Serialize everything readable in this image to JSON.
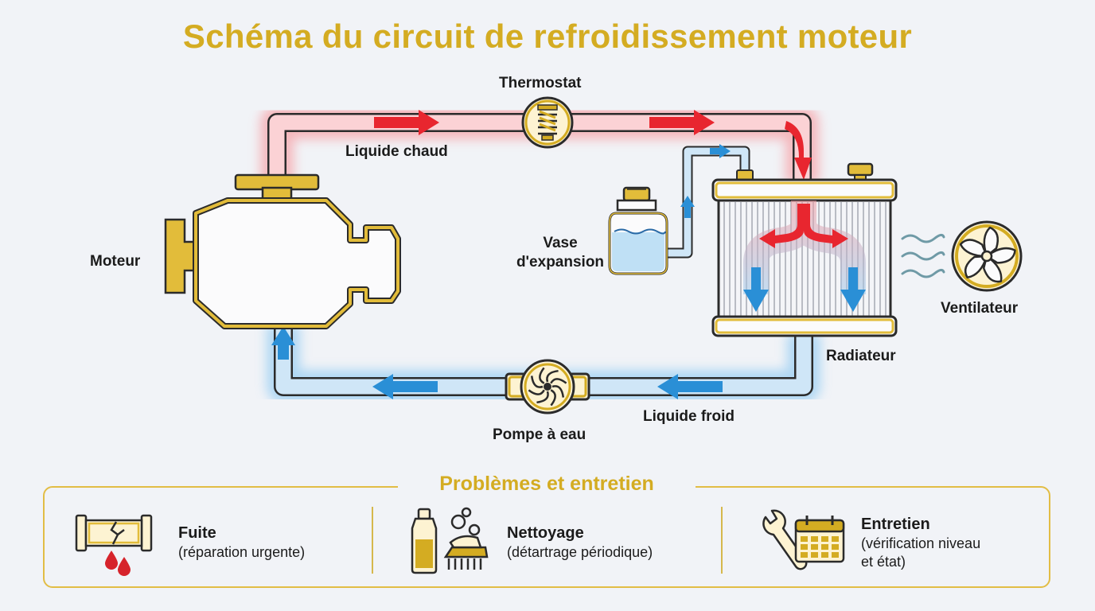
{
  "title": "Schéma du circuit de refroidissement moteur",
  "components": {
    "thermostat": "Thermostat",
    "hot_liquid": "Liquide chaud",
    "engine": "Moteur",
    "expansion_tank_line1": "Vase",
    "expansion_tank_line2": "d'expansion",
    "fan": "Ventilateur",
    "radiator": "Radiateur",
    "cold_liquid": "Liquide froid",
    "water_pump": "Pompe à eau"
  },
  "colors": {
    "accent": "#d4ac22",
    "hot": "#e8262f",
    "cold": "#2a8fd6",
    "outline": "#2b2b2b"
  },
  "maintenance": {
    "title": "Problèmes et entretien",
    "items": [
      {
        "icon": "leaking-pipe-icon",
        "title": "Fuite",
        "desc_line1": "(réparation urgente)",
        "desc_line2": ""
      },
      {
        "icon": "cleaning-products-icon",
        "title": "Nettoyage",
        "desc_line1": "(détartrage périodique)",
        "desc_line2": ""
      },
      {
        "icon": "wrench-calendar-icon",
        "title": "Entretien",
        "desc_line1": "(vérification niveau",
        "desc_line2": "et état)"
      }
    ]
  }
}
